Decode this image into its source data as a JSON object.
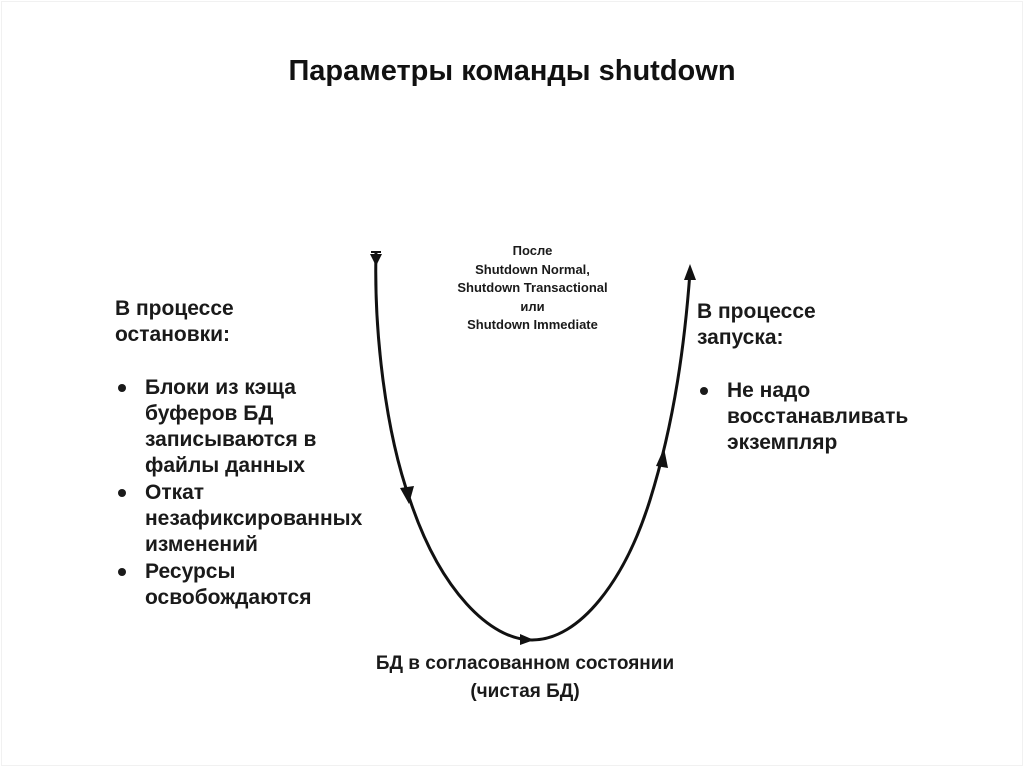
{
  "slide": {
    "title": "Параметры команды shutdown"
  },
  "diagram": {
    "center_label": {
      "line1": "После",
      "line2": "Shutdown Normal,",
      "line3": "Shutdown Transactional",
      "line4": "или",
      "line5": "Shutdown Immediate"
    },
    "left_block": {
      "heading_line1": "В процессе",
      "heading_line2": "остановки:",
      "items": [
        {
          "text": "Блоки из кэща буферов БД записываются в файлы данных"
        },
        {
          "text": "Откат незафиксированных изменений"
        },
        {
          "text": "Ресурсы освобождаются"
        }
      ]
    },
    "right_block": {
      "heading_line1": "В процессе",
      "heading_line2": "запуска:",
      "items": [
        {
          "text": "Не надо восстанавливать экземпляр"
        }
      ]
    },
    "bottom_label": {
      "line1": "БД в согласованном состоянии",
      "line2": "(чистая БД)"
    },
    "curve": {
      "shape": "U-curve",
      "direction": "down-left then up-right",
      "arrows": [
        "left-top-down",
        "left-mid-down",
        "bottom-right",
        "right-mid-up",
        "right-top-up"
      ],
      "stroke_color": "#111111"
    }
  }
}
